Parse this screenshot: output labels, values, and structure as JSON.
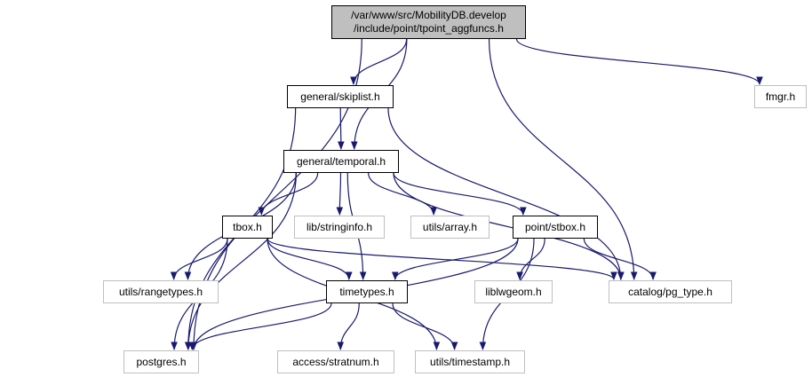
{
  "root": {
    "line1": "/var/www/src/MobilityDB.develop",
    "line2": "/include/point/tpoint_aggfuncs.h"
  },
  "nodes": {
    "skiplist": "general/skiplist.h",
    "fmgr": "fmgr.h",
    "temporal": "general/temporal.h",
    "tbox": "tbox.h",
    "stringinfo": "lib/stringinfo.h",
    "array": "utils/array.h",
    "stbox": "point/stbox.h",
    "rangetypes": "utils/rangetypes.h",
    "timetypes": "timetypes.h",
    "liblwgeom": "liblwgeom.h",
    "pg_type": "catalog/pg_type.h",
    "postgres": "postgres.h",
    "stratnum": "access/stratnum.h",
    "timestamp": "utils/timestamp.h"
  },
  "colors": {
    "edge": "#191970",
    "root_fill": "#bfbfbf",
    "local_border": "#000000",
    "external_border": "#bfbfbf"
  },
  "edges": [
    [
      "root",
      "skiplist"
    ],
    [
      "root",
      "temporal"
    ],
    [
      "root",
      "fmgr"
    ],
    [
      "root",
      "pg_type"
    ],
    [
      "root",
      "postgres"
    ],
    [
      "skiplist",
      "temporal"
    ],
    [
      "skiplist",
      "pg_type"
    ],
    [
      "skiplist",
      "postgres"
    ],
    [
      "temporal",
      "tbox"
    ],
    [
      "temporal",
      "stringinfo"
    ],
    [
      "temporal",
      "array"
    ],
    [
      "temporal",
      "stbox"
    ],
    [
      "temporal",
      "rangetypes"
    ],
    [
      "temporal",
      "timetypes"
    ],
    [
      "temporal",
      "pg_type"
    ],
    [
      "temporal",
      "postgres"
    ],
    [
      "tbox",
      "rangetypes"
    ],
    [
      "tbox",
      "timetypes"
    ],
    [
      "tbox",
      "pg_type"
    ],
    [
      "tbox",
      "postgres"
    ],
    [
      "tbox",
      "timestamp"
    ],
    [
      "stbox",
      "timetypes"
    ],
    [
      "stbox",
      "liblwgeom"
    ],
    [
      "stbox",
      "pg_type"
    ],
    [
      "stbox",
      "postgres"
    ],
    [
      "stbox",
      "timestamp"
    ],
    [
      "timetypes",
      "postgres"
    ],
    [
      "timetypes",
      "stratnum"
    ],
    [
      "timetypes",
      "timestamp"
    ]
  ]
}
